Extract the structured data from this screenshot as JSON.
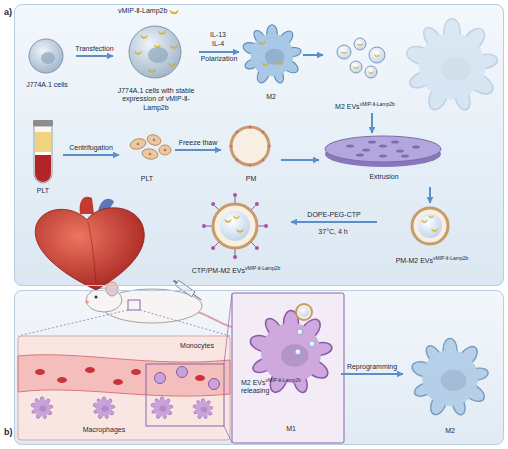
{
  "diagram": {
    "nodes": [
      {
        "text": [
          "a)"
        ]
      },
      {
        "text": [
          "J774A.1 cells"
        ],
        "in": 0
      },
      {
        "text": [
          "J774A.1 cells with stable expression of vMIP-Ⅱ-Lamp2b"
        ],
        "in": 0
      },
      {
        "text": [
          "M2"
        ],
        "in": 0
      },
      {
        "text": [
          "M2 EVs",
          "vMIP-Ⅱ-Lamp2b"
        ],
        "in": 0
      },
      {
        "text": [
          "PLT"
        ],
        "in": 0
      },
      {
        "text": [
          "PLT"
        ],
        "in": 0
      },
      {
        "text": [
          "PM"
        ],
        "in": 0
      },
      {
        "text": [
          "Extrusion"
        ],
        "in": 0
      },
      {
        "text": [
          "PM-M2 EVs",
          "vMIP-Ⅱ-Lamp2b"
        ],
        "in": 0
      },
      {
        "text": [
          "CTP/PM-M2 EVs",
          "vMIP-Ⅱ-Lamp2b"
        ],
        "in": 0
      },
      {
        "text": [
          "b)"
        ]
      },
      {
        "text": [
          "Monocytes",
          "Macrophages"
        ],
        "in": 11
      },
      {
        "text": [
          "M2 EVs",
          "vMIP-Ⅱ-Lamp2b",
          "releasing",
          "M1"
        ],
        "in": 11
      },
      {
        "text": [
          "M2"
        ],
        "in": 11
      }
    ],
    "edges": [
      {
        "from": 1,
        "to": 2,
        "arrow": "to",
        "label": "Transfection"
      },
      {
        "from": 2,
        "to": 3,
        "arrow": "to",
        "label": "Polarization"
      },
      {
        "from": 3,
        "to": 4,
        "arrow": "to"
      },
      {
        "from": 4,
        "to": 8,
        "arrow": "to"
      },
      {
        "from": 5,
        "to": 6,
        "arrow": "to",
        "label": "Centrifugation"
      },
      {
        "from": 6,
        "to": 7,
        "arrow": "to",
        "label": "Freeze thaw"
      },
      {
        "from": 7,
        "to": 8,
        "arrow": "to"
      },
      {
        "from": 8,
        "to": 9,
        "arrow": "to"
      },
      {
        "from": 9,
        "to": 10,
        "arrow": "to",
        "label": "DOPE-PEG-CTP"
      },
      {
        "from": 13,
        "to": 14,
        "arrow": "to",
        "label": "Reprogramming"
      }
    ],
    "labels": [
      "IL-13",
      "IL-4",
      "37°C, 4 h"
    ],
    "legend": [
      {
        "text": "vMIP-Ⅱ-Lamp2b"
      }
    ]
  }
}
